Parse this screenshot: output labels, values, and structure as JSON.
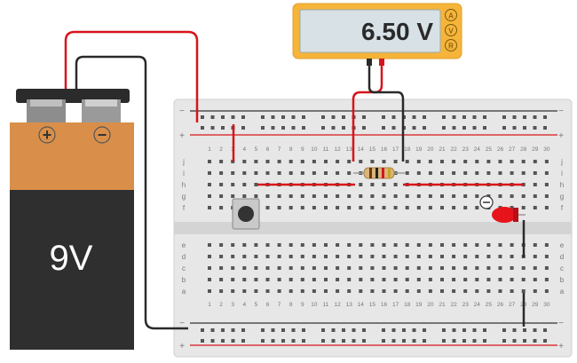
{
  "multimeter": {
    "reading": "6.50 V",
    "modes": [
      "A",
      "V",
      "R"
    ],
    "active_mode": "V"
  },
  "battery": {
    "label": "9V",
    "positive_symbol": "+",
    "negative_symbol": "−"
  },
  "breadboard": {
    "column_numbers": [
      "1",
      "2",
      "3",
      "4",
      "5",
      "6",
      "7",
      "8",
      "9",
      "10",
      "11",
      "12",
      "13",
      "14",
      "15",
      "16",
      "17",
      "18",
      "19",
      "20",
      "21",
      "22",
      "23",
      "24",
      "25",
      "26",
      "27",
      "28",
      "29",
      "30"
    ],
    "top_row_letters": [
      "j",
      "i",
      "h",
      "g",
      "f"
    ],
    "bottom_row_letters": [
      "e",
      "d",
      "c",
      "b",
      "a"
    ],
    "rail_minus": "−",
    "rail_plus": "+"
  },
  "components": {
    "pushbutton": "pushbutton-switch",
    "resistor": "resistor",
    "led": "red-led",
    "led_color": "#e8141c"
  },
  "colors": {
    "wire_red": "#d6151b",
    "wire_black": "#2a2a2a",
    "multimeter_body": "#f6b43a",
    "battery_top": "#d98f4a",
    "battery_body": "#2f2f2f"
  }
}
